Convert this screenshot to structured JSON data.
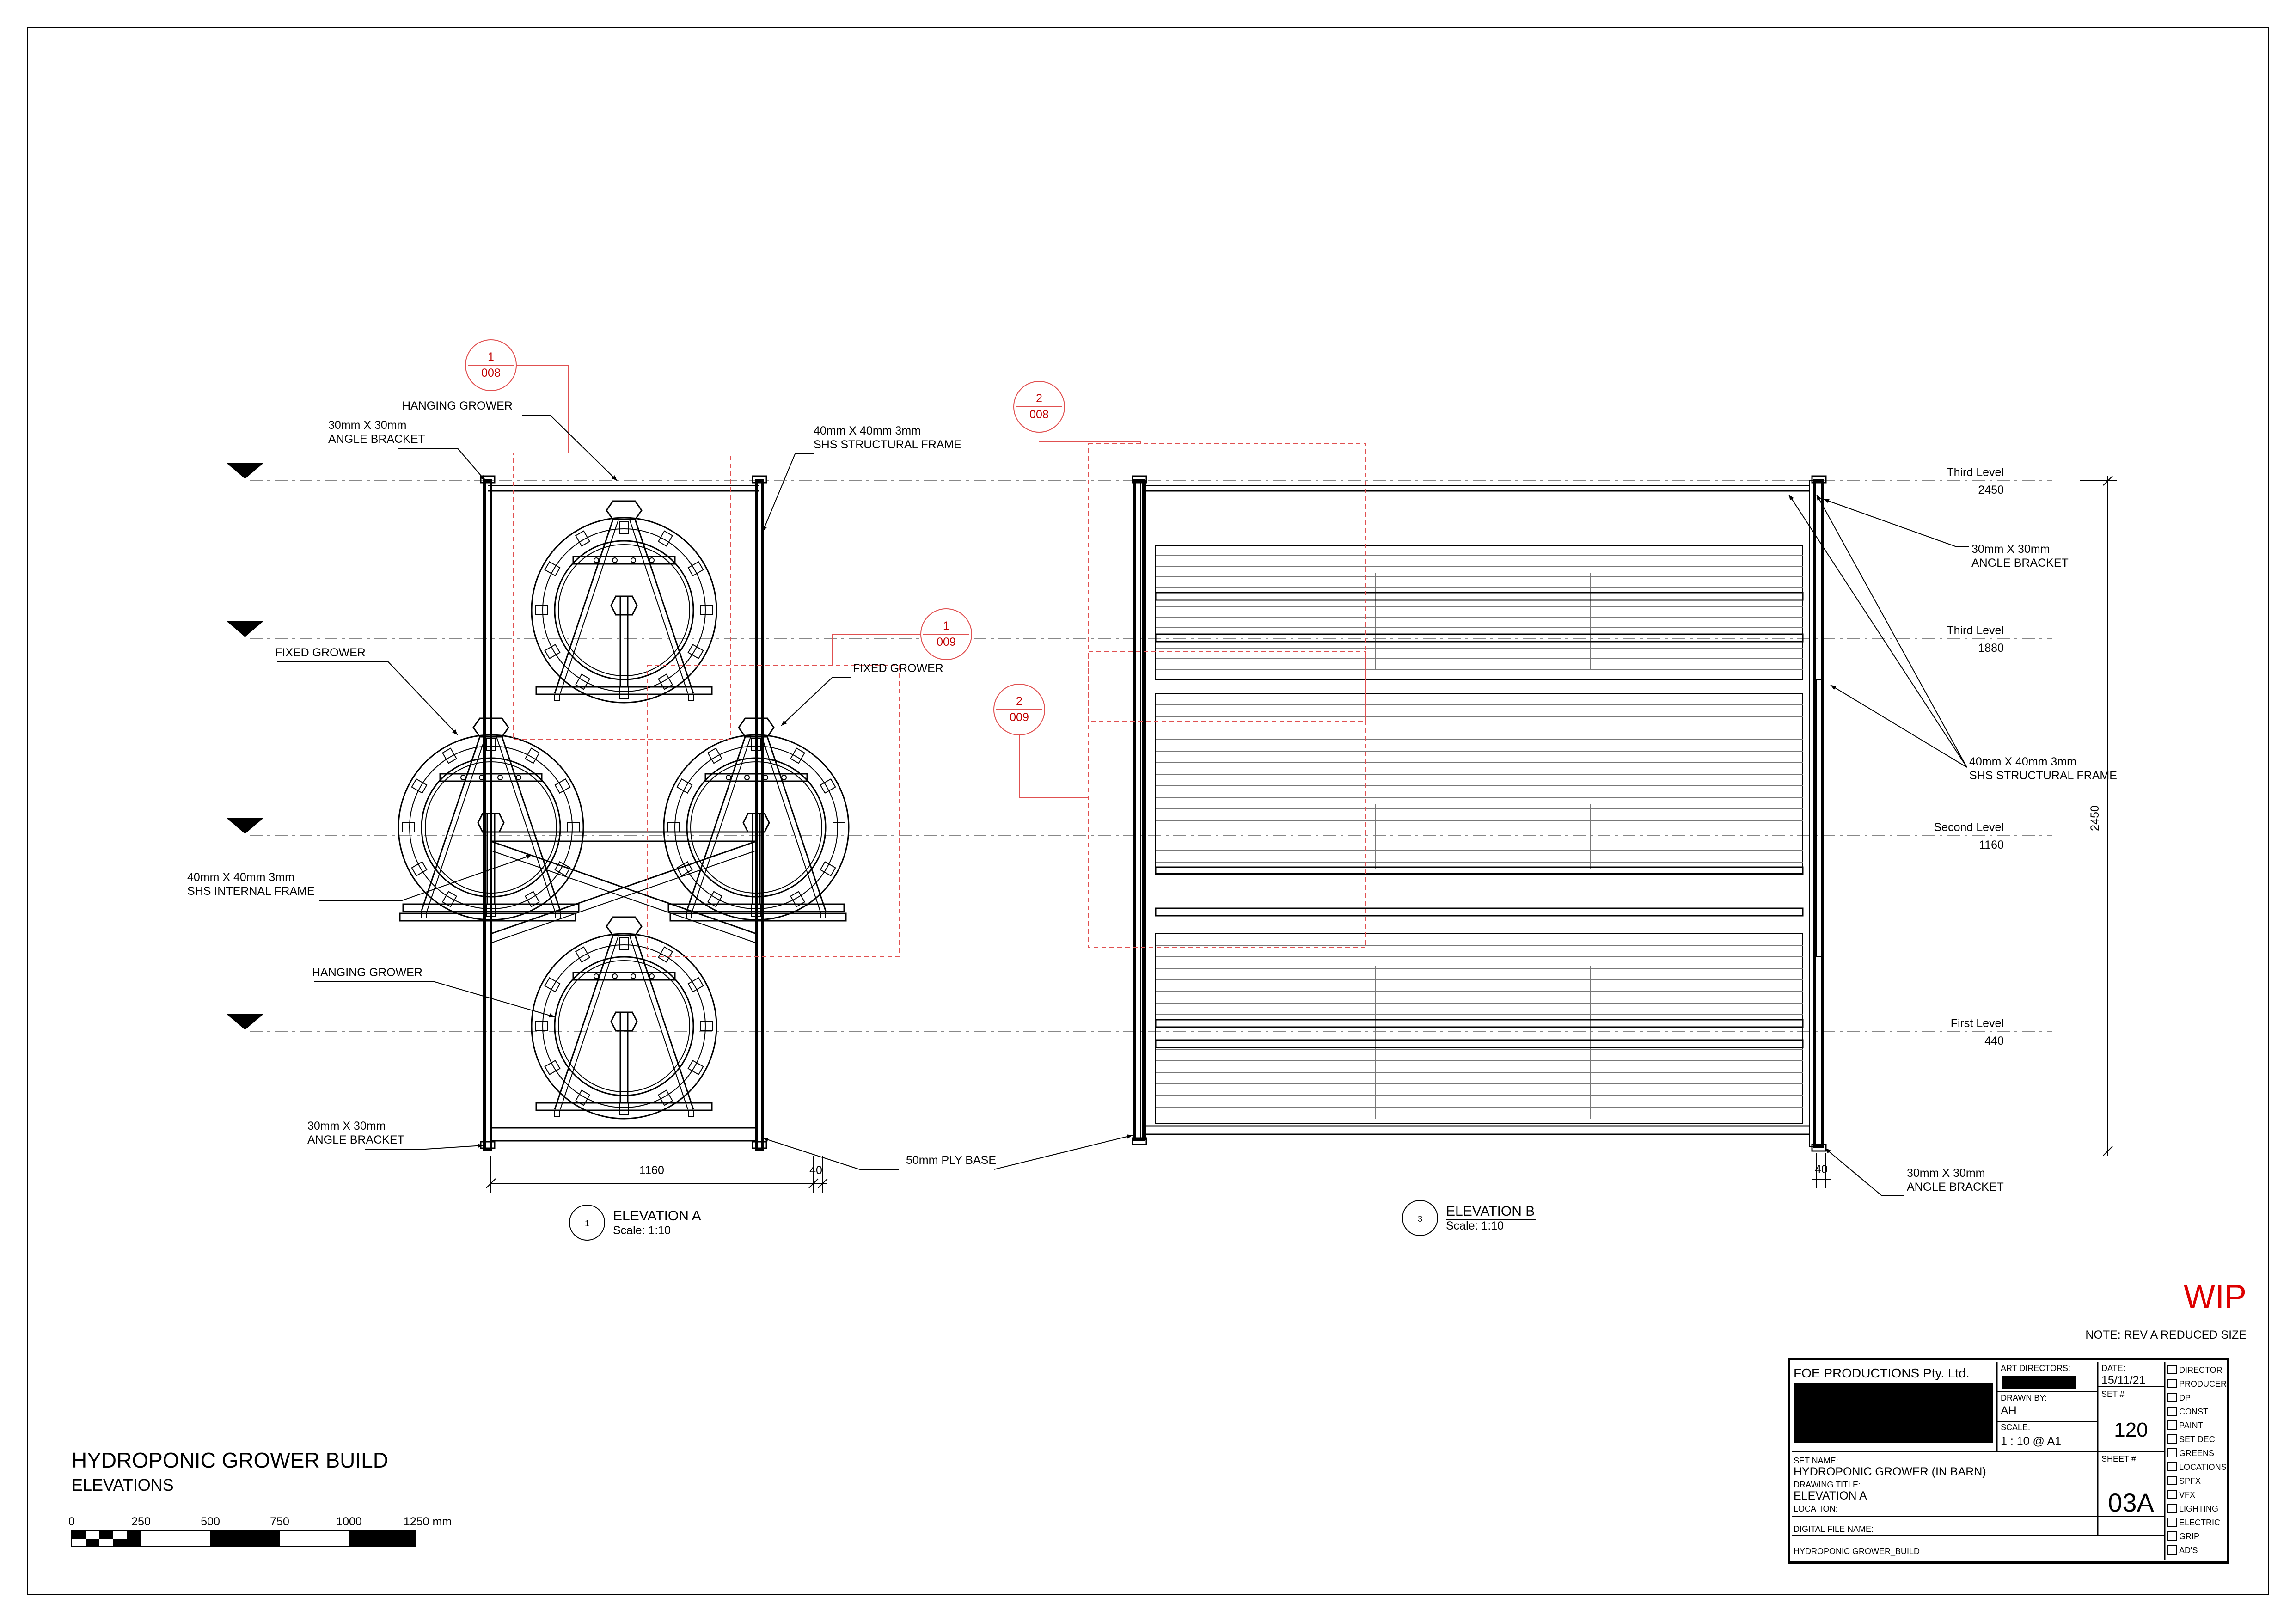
{
  "drawing": {
    "title": "HYDROPONIC GROWER BUILD",
    "subtitle": "ELEVATIONS",
    "scale_bar": {
      "labels": [
        "0",
        "250",
        "500",
        "750",
        "1000",
        "1250 mm"
      ]
    },
    "status": "WIP",
    "note": "NOTE: REV A REDUCED SIZE"
  },
  "elevation_a": {
    "label": "ELEVATION A",
    "scale": "Scale: 1:10",
    "number": "1",
    "annotations": {
      "hanging_grower_top": "HANGING GROWER",
      "angle_bracket_top_1": "30mm X 30mm",
      "angle_bracket_top_2": "ANGLE BRACKET",
      "shs_frame_1": "40mm X 40mm 3mm",
      "shs_frame_2": "SHS STRUCTURAL FRAME",
      "fixed_grower_left": "FIXED GROWER",
      "fixed_grower_right": "FIXED GROWER",
      "internal_frame_1": "40mm X 40mm 3mm",
      "internal_frame_2": "SHS INTERNAL FRAME",
      "hanging_grower_bottom": "HANGING GROWER",
      "angle_bracket_bottom_1": "30mm X 30mm",
      "angle_bracket_bottom_2": "ANGLE BRACKET",
      "ply_base": "50mm PLY BASE"
    },
    "dimensions": {
      "width": "1160",
      "post": "40"
    },
    "detail_refs": [
      {
        "number": "1",
        "sheet": "008"
      },
      {
        "number": "1",
        "sheet": "009"
      }
    ]
  },
  "elevation_b": {
    "label": "ELEVATION B",
    "scale": "Scale: 1:10",
    "number": "3",
    "annotations": {
      "angle_bracket_top_1": "30mm X 30mm",
      "angle_bracket_top_2": "ANGLE BRACKET",
      "shs_frame_1": "40mm X 40mm 3mm",
      "shs_frame_2": "SHS STRUCTURAL FRAME",
      "angle_bracket_bottom_1": "30mm X 30mm",
      "angle_bracket_bottom_2": "ANGLE BRACKET"
    },
    "dimensions": {
      "height": "2450",
      "post": "40"
    },
    "detail_refs": [
      {
        "number": "2",
        "sheet": "008"
      },
      {
        "number": "2",
        "sheet": "009"
      }
    ],
    "levels": [
      {
        "name": "Third Level",
        "value": "2450"
      },
      {
        "name": "Third Level",
        "value": "1880"
      },
      {
        "name": "Second Level",
        "value": "1160"
      },
      {
        "name": "First Level",
        "value": "440"
      }
    ]
  },
  "title_block": {
    "company": "FOE PRODUCTIONS Pty. Ltd.",
    "art_directors_label": "ART DIRECTORS:",
    "drawn_by_label": "DRAWN BY:",
    "drawn_by": "AH",
    "scale_label": "SCALE:",
    "scale": "1 : 10 @ A1",
    "date_label": "DATE:",
    "date": "15/11/21",
    "set_no_label": "SET #",
    "set_no": "120",
    "sheet_no_label": "SHEET #",
    "sheet_no": "03A",
    "set_name_label": "SET NAME:",
    "set_name": "HYDROPONIC GROWER (IN BARN)",
    "drawing_title_label": "DRAWING TITLE:",
    "drawing_title": "ELEVATION A",
    "location_label": "LOCATION:",
    "digital_file_label": "DIGITAL FILE NAME:",
    "digital_file": "HYDROPONIC GROWER_BUILD",
    "departments": [
      "DIRECTOR",
      "PRODUCER",
      "DP",
      "CONST.",
      "PAINT",
      "SET DEC",
      "GREENS",
      "LOCATIONS",
      "SPFX",
      "VFX",
      "LIGHTING",
      "ELECTRIC",
      "GRIP",
      "AD'S"
    ]
  }
}
